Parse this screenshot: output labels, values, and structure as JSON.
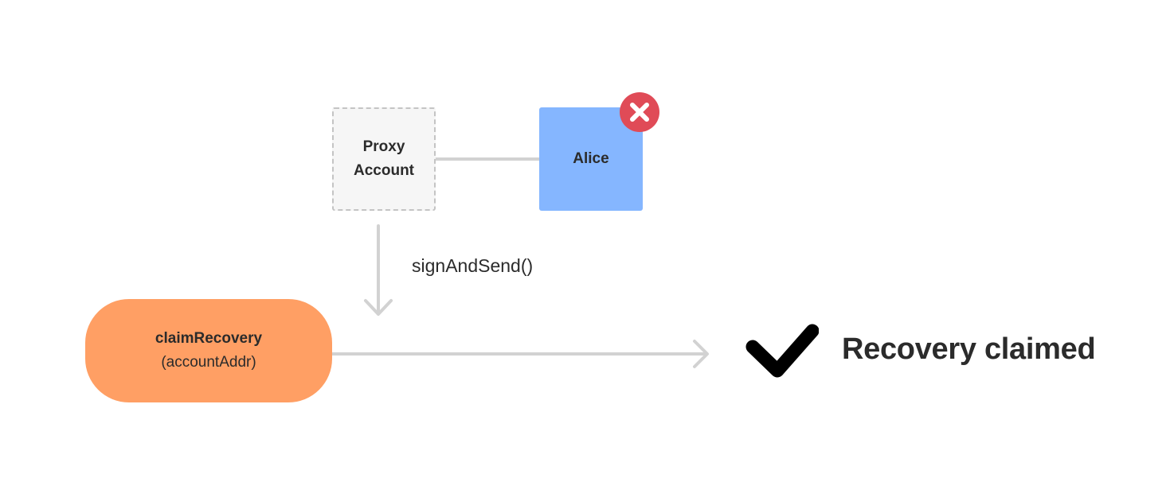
{
  "nodes": {
    "proxy_account": {
      "line1": "Proxy",
      "line2": "Account"
    },
    "alice": {
      "label": "Alice",
      "badge_icon": "close-icon",
      "badge_color": "#e04b57",
      "fill_color": "#85b6ff"
    },
    "claim_recovery": {
      "title": "claimRecovery",
      "argument": "(accountAddr)",
      "fill_color": "#ff9f64"
    }
  },
  "edges": {
    "proxy_to_claim": {
      "label": "signAndSend()"
    }
  },
  "result": {
    "icon": "check-icon",
    "label": "Recovery claimed"
  },
  "colors": {
    "connector": "#d2d2d2",
    "text": "#2b2b2b",
    "proxy_fill": "#f6f6f6",
    "proxy_border": "#c4c4c4"
  }
}
